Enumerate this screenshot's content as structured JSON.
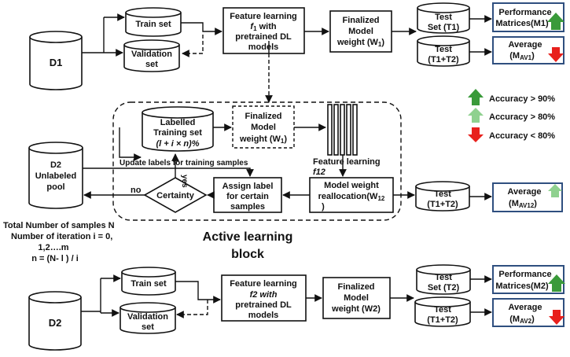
{
  "datasets": {
    "d1": "D1",
    "d2": "D2",
    "d2_pool_1": "D2",
    "d2_pool_2": "Unlabeled",
    "d2_pool_3": "pool"
  },
  "row1": {
    "train": "Train set",
    "validation_1": "Validation",
    "validation_2": "set",
    "feature_1": "Feature learning",
    "feature_2": "f",
    "feature_2_sub": "1",
    "feature_2_rest": " with",
    "feature_3": "pretrained DL",
    "feature_4": "models",
    "final_1": "Finalized",
    "final_2": "Model",
    "final_3": "weight (W",
    "final_3_sub": "1",
    "final_3_end": ")",
    "test1_1": "Test",
    "test1_2": "Set (T1)",
    "test2_1": "Test",
    "test2_2": "(T1+T2)",
    "perf_1": "Performance",
    "perf_2": "Matrices(M1)",
    "avg_1": "Average",
    "avg_2": "(M",
    "avg_2_sub": "AV1",
    "avg_2_end": ")"
  },
  "legend": {
    "dark_green": "Accuracy > 90%",
    "light_green": "Accuracy > 80%",
    "red": "Accuracy < 80%"
  },
  "active": {
    "labelled_1": "Labelled",
    "labelled_2": "Training set",
    "labelled_3": "(l + i × n)%",
    "final_1": "Finalized",
    "final_2": "Model",
    "final_3": "weight (W",
    "final_3_sub": "1",
    "final_3_end": ")",
    "fl_1": "Feature learning",
    "fl_2": "f12",
    "reweight_1": "Model weight",
    "reweight_2": "reallocation(W",
    "reweight_2_sub": "12",
    "reweight_3": ")",
    "assign_1": "Assign label",
    "assign_2": "for certain",
    "assign_3": "samples",
    "certainty": "Certainty",
    "update": "Update labels for training samples",
    "yes": "yes",
    "no": "no",
    "test_1": "Test",
    "test_2": "(T1+T2)",
    "avg_1": "Average",
    "avg_2": "(M",
    "avg_2_sub": "AV12",
    "avg_2_end": ")",
    "block_1": "Active learning",
    "block_2": "block"
  },
  "notes": {
    "n1": "Total Number of samples N",
    "n2": "Number of iteration i = 0,",
    "n3": "1,2….m",
    "n4": "n = (N- l ) / i"
  },
  "row2": {
    "train": "Train set",
    "validation_1": "Validation",
    "validation_2": "set",
    "feature_1": "Feature learning",
    "feature_2": "f2 with",
    "feature_3": "pretrained DL",
    "feature_4": "models",
    "final_1": "Finalized",
    "final_2": "Model",
    "final_3": "weight (W2)",
    "test1_1": "Test",
    "test1_2": "Set (T2)",
    "test2_1": "Test",
    "test2_2": "(T1+T2)",
    "perf_1": "Performance",
    "perf_2": "Matrices(M2)",
    "avg_1": "Average",
    "avg_2": "(M",
    "avg_2_sub": "AV2",
    "avg_2_end": ")"
  },
  "colors": {
    "dark_green": "#3a9a3a",
    "light_green": "#8fd18f",
    "red": "#e8201c",
    "box_border_blue": "#2f4f7f"
  }
}
